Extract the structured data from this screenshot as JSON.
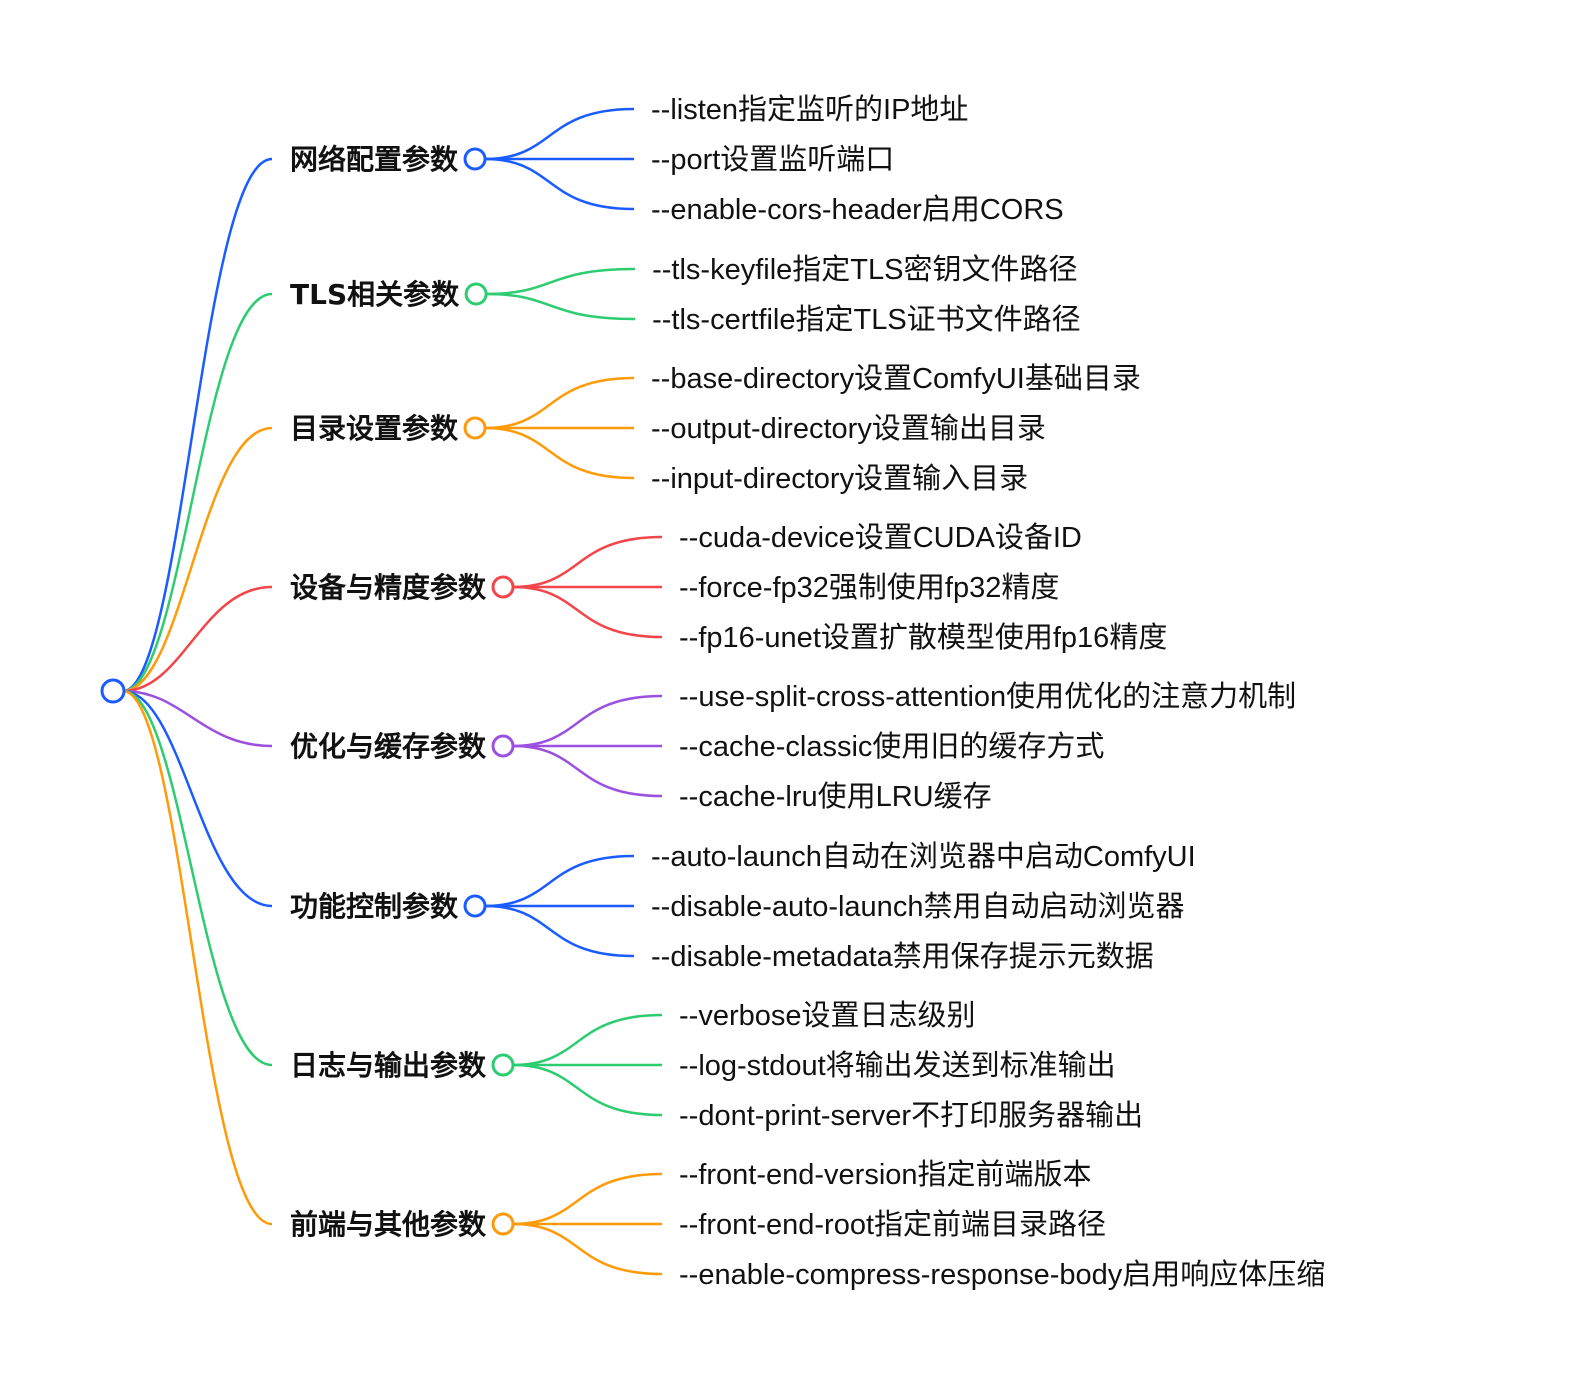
{
  "mindmap": {
    "branches": [
      {
        "label": "网络配置参数",
        "color": "#1a5cff",
        "children": [
          "--listen指定监听的IP地址",
          "--port设置监听端口",
          "--enable-cors-header启用CORS"
        ]
      },
      {
        "label": "TLS相关参数",
        "color": "#2ecc71",
        "children": [
          "--tls-keyfile指定TLS密钥文件路径",
          "--tls-certfile指定TLS证书文件路径"
        ]
      },
      {
        "label": "目录设置参数",
        "color": "#ff9a0a",
        "children": [
          "--base-directory设置ComfyUI基础目录",
          "--output-directory设置输出目录",
          "--input-directory设置输入目录"
        ]
      },
      {
        "label": "设备与精度参数",
        "color": "#f2464b",
        "children": [
          "--cuda-device设置CUDA设备ID",
          "--force-fp32强制使用fp32精度",
          "--fp16-unet设置扩散模型使用fp16精度"
        ]
      },
      {
        "label": "优化与缓存参数",
        "color": "#9b51e0",
        "children": [
          "--use-split-cross-attention使用优化的注意力机制",
          "--cache-classic使用旧的缓存方式",
          "--cache-lru使用LRU缓存"
        ]
      },
      {
        "label": "功能控制参数",
        "color": "#1a5cff",
        "children": [
          "--auto-launch自动在浏览器中启动ComfyUI",
          "--disable-auto-launch禁用自动启动浏览器",
          "--disable-metadata禁用保存提示元数据"
        ]
      },
      {
        "label": "日志与输出参数",
        "color": "#2ecc71",
        "children": [
          "--verbose设置日志级别",
          "--log-stdout将输出发送到标准输出",
          "--dont-print-server不打印服务器输出"
        ]
      },
      {
        "label": "前端与其他参数",
        "color": "#ff9a0a",
        "children": [
          "--front-end-version指定前端版本",
          "--front-end-root指定前端目录路径",
          "--enable-compress-response-body启用响应体压缩"
        ]
      }
    ]
  }
}
